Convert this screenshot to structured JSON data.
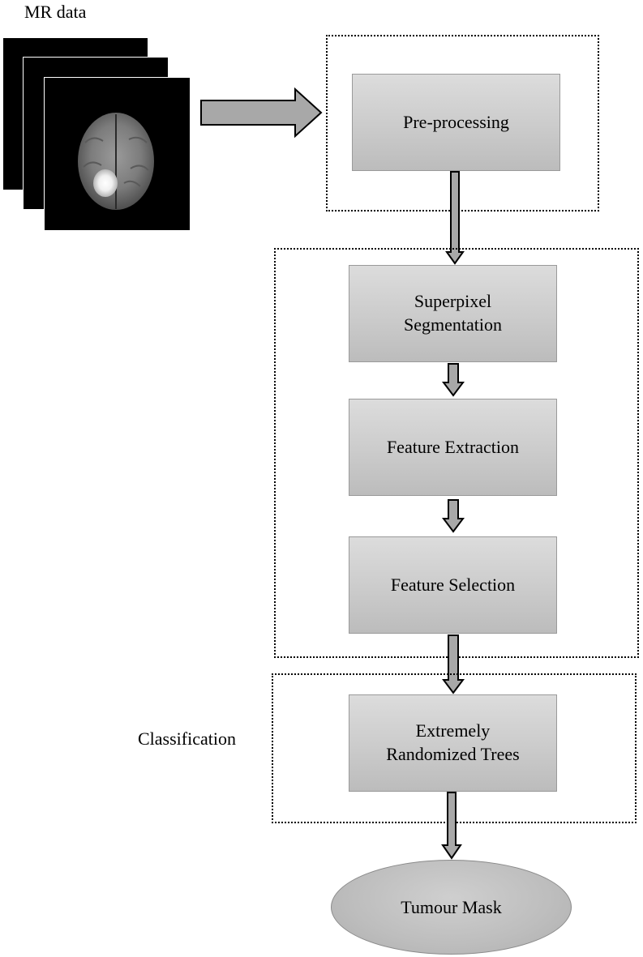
{
  "input": {
    "label": "MR data"
  },
  "groups": {
    "classification_label": "Classification"
  },
  "steps": {
    "preprocessing": "Pre-processing",
    "superpixel": "Superpixel\nSegmentation",
    "feature_extraction": "Feature Extraction",
    "feature_selection": "Feature Selection",
    "classifier": "Extremely\nRandomized Trees"
  },
  "output": {
    "label": "Tumour Mask"
  },
  "colors": {
    "box_fill": "#cbcbcb",
    "arrow_fill": "#a8a8a8",
    "stroke": "#000000"
  }
}
